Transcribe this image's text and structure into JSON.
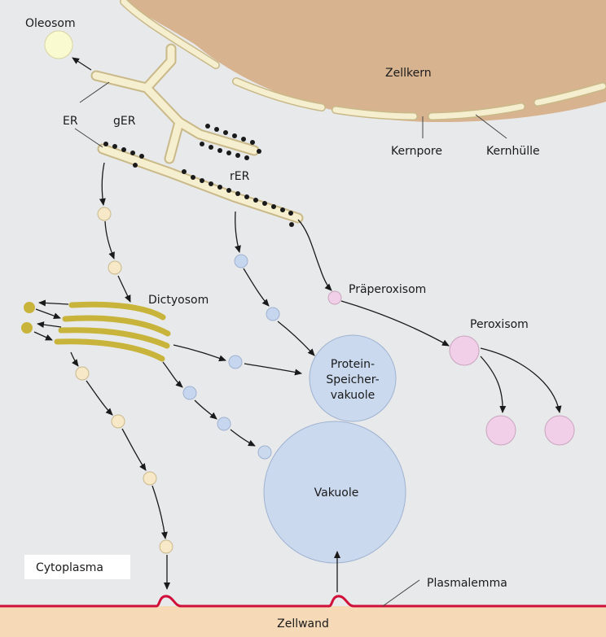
{
  "colors": {
    "cytoplasm": "#e8e9ea",
    "nucleus": "#d8b390",
    "er": "#f5eecf",
    "er_outline": "#c9b988",
    "ribosome": "#1a1a1a",
    "golgi": "#c8b43a",
    "oleosome": "#fafad0",
    "vesicle_yellow": "#f7e8c8",
    "vesicle_blue": "#c6d6ee",
    "vesicle_pink": "#f1cfe8",
    "vacuole": "#cad9ee",
    "plasmalemma": "#d0103a",
    "cell_wall": "#f6d9b6"
  },
  "labels": {
    "oleosom": "Oleosom",
    "zellkern": "Zellkern",
    "er": "ER",
    "ger": "gER",
    "rer": "rER",
    "kernpore": "Kernpore",
    "kernhuelle": "Kernhülle",
    "dictyosom": "Dictyosom",
    "praeperoxisom": "Präperoxisom",
    "peroxisom": "Peroxisom",
    "protein_line1": "Protein-",
    "protein_line2": "Speicher-",
    "protein_line3": "vakuole",
    "vakuole": "Vakuole",
    "cytoplasma": "Cytoplasma",
    "plasmalemma": "Plasmalemma",
    "zellwand": "Zellwand"
  }
}
